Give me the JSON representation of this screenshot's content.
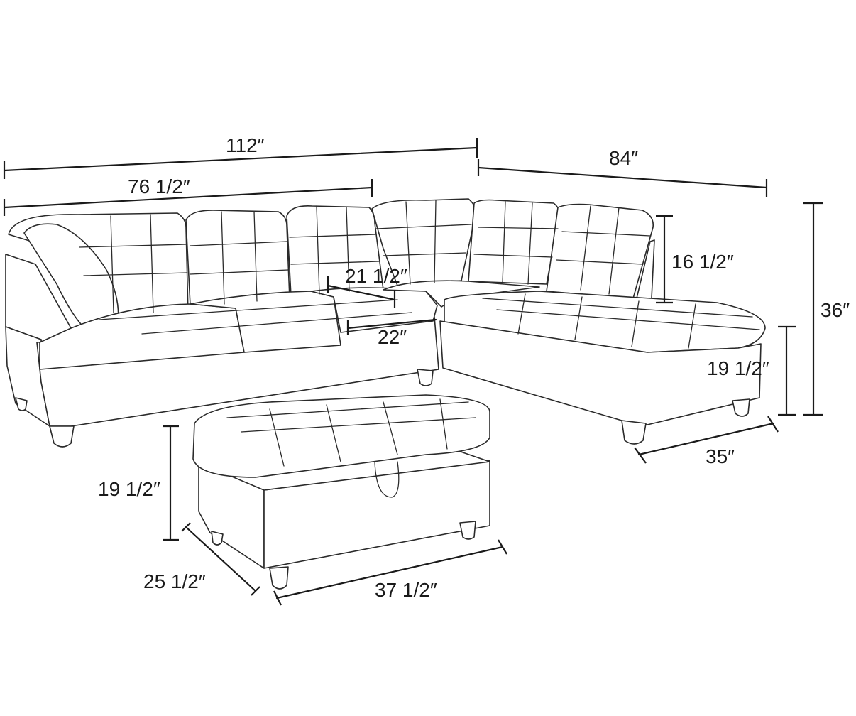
{
  "diagram": {
    "dimensions": {
      "overall_length": "112″",
      "sofa_length": "76 1/2″",
      "chaise_length": "84″",
      "back_height": "16 1/2″",
      "overall_height": "36″",
      "seat_depth_top": "21 1/2″",
      "seat_depth": "22″",
      "chaise_seat_height": "19 1/2″",
      "chaise_width": "35″",
      "ottoman_height": "19 1/2″",
      "ottoman_depth": "25 1/2″",
      "ottoman_width": "37 1/2″"
    },
    "colors": {
      "line": "#1a1a1a",
      "background": "#ffffff"
    }
  }
}
